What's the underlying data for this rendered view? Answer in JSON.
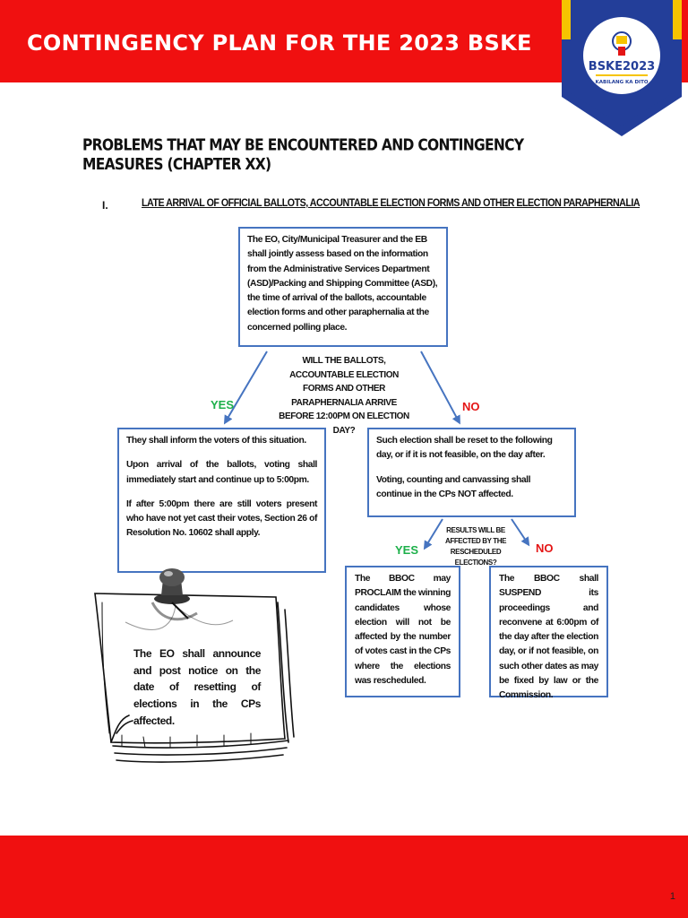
{
  "header": {
    "title": "CONTINGENCY PLAN FOR THE 2023 BSKE",
    "badge_text": "BSKE2023",
    "badge_tagline": "KABILANG KA DITO",
    "colors": {
      "band": "#f01010",
      "badge_yellow": "#f6c400",
      "badge_blue": "#233e99"
    }
  },
  "section": {
    "title": "PROBLEMS THAT MAY BE ENCOUNTERED AND CONTINGENCY MEASURES (CHAPTER XX)",
    "item_number": "I.",
    "item_title": "LATE ARRIVAL OF OFFICIAL BALLOTS, ACCOUNTABLE ELECTION FORMS AND OTHER ELECTION PARAPHERNALIA"
  },
  "flow": {
    "top_box": "The EO, City/Municipal Treasurer and the EB shall jointly assess based on the information from the Administrative Services Department (ASD)/Packing and Shipping Committee (ASD), the time of arrival of the ballots, accountable election forms and other paraphernalia at the concerned polling place.",
    "question_1": "WILL THE BALLOTS, ACCOUNTABLE ELECTION FORMS AND OTHER PARAPHERNALIA ARRIVE BEFORE 12:00PM ON ELECTION DAY?",
    "yes_label": "YES",
    "no_label": "NO",
    "yes_box": {
      "p1": "They shall inform the voters of this situation.",
      "p2": "Upon arrival of the ballots, voting shall immediately start and continue up to 5:00pm.",
      "p3": "If after 5:00pm there are still voters present who have not yet cast their votes, Section 26 of Resolution No. 10602 shall apply."
    },
    "no_box": {
      "p1": "Such election shall be reset to the following day, or if it is not feasible, on the day after.",
      "p2": "Voting, counting and canvassing shall continue in the CPs NOT affected."
    },
    "question_2": "RESULTS WILL BE AFFECTED BY THE RESCHEDULED ELECTIONS?",
    "yes2_box": "The BBOC may PROCLAIM the winning candidates whose election will not be affected by the number of votes cast in the CPs where the elections was rescheduled.",
    "no2_box": "The BBOC shall SUSPEND its proceedings and reconvene at 6:00pm of the day after the election day, or if not feasible, on such other dates as may be fixed by law or the Commission.",
    "note": "The EO shall announce and post notice on the date of resetting of elections in the CPs affected."
  },
  "footer": {
    "page_number": "1"
  }
}
